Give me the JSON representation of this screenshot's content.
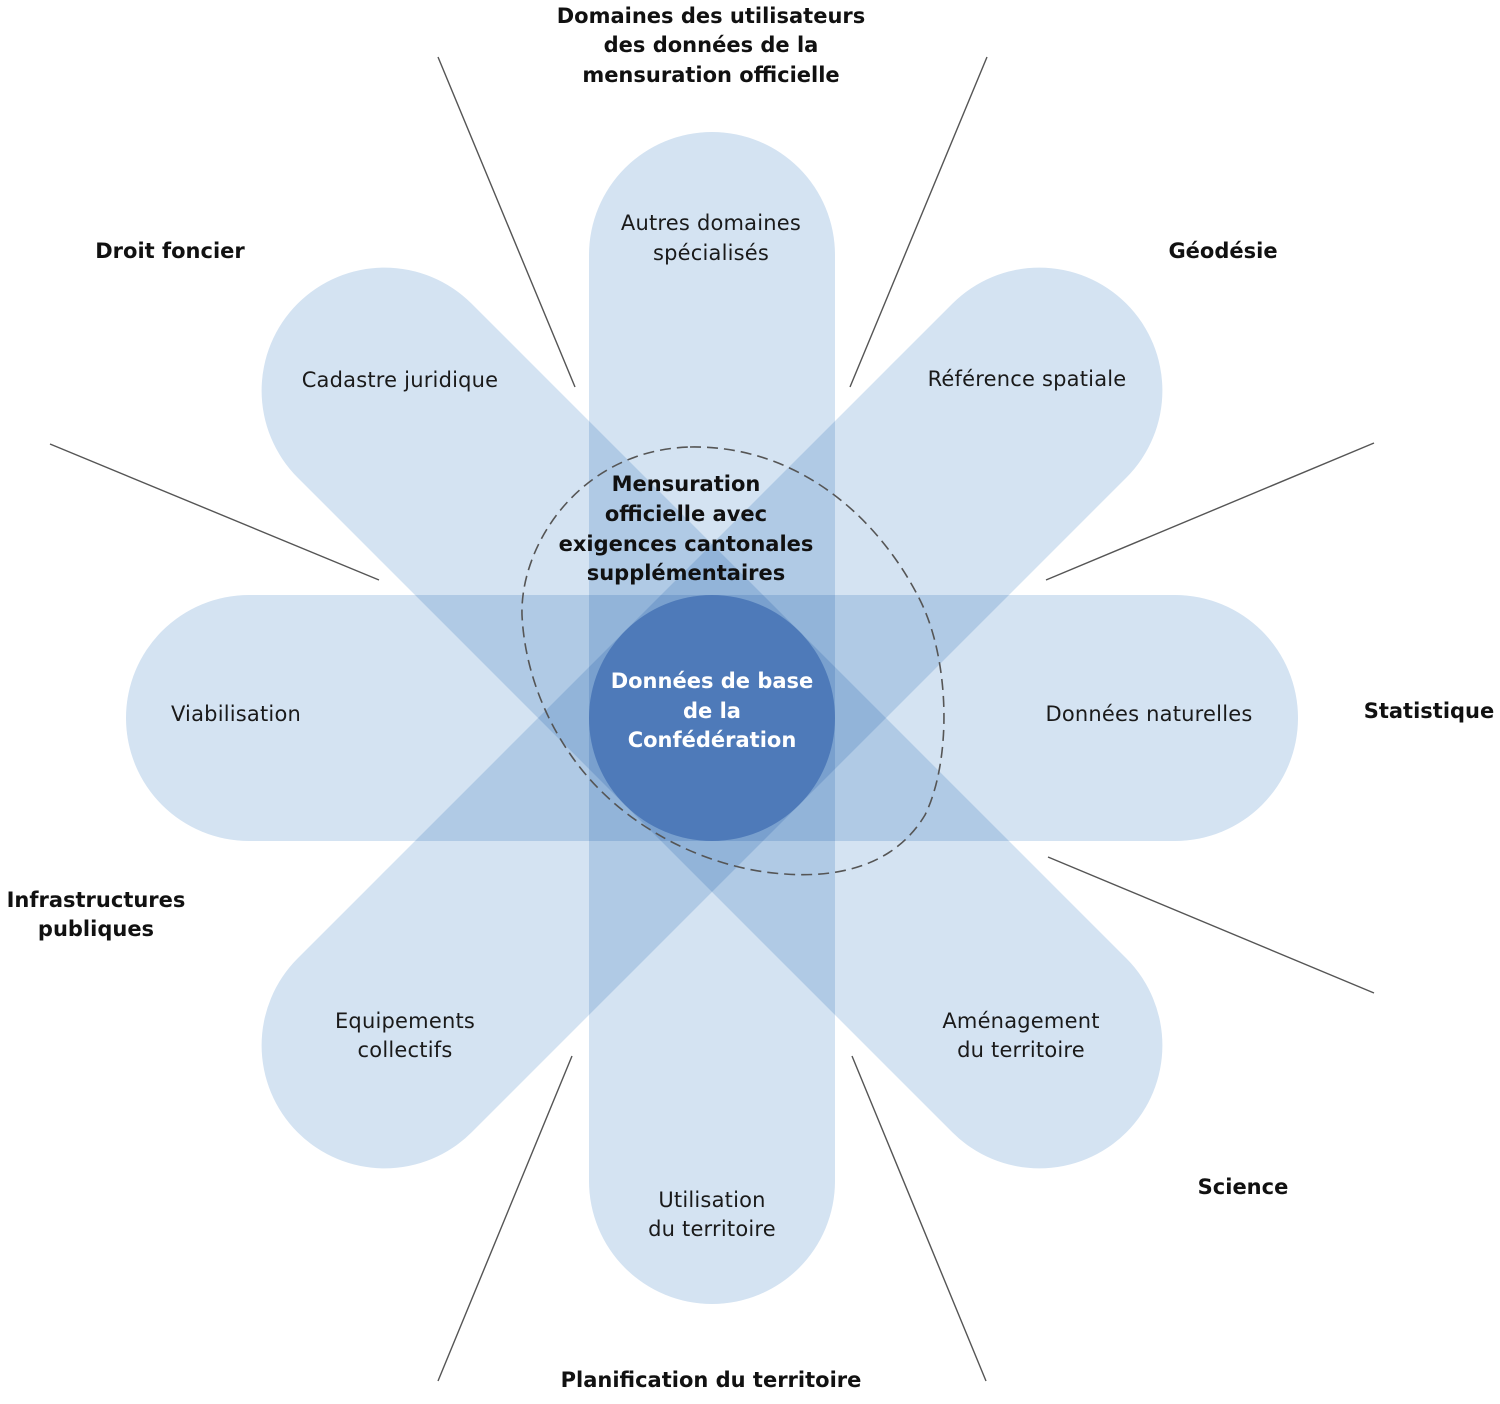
{
  "title": "Domaines des utilisateurs des données de la mensuration officielle",
  "colors": {
    "petal": "#d4e3f2",
    "core": "#4e7ab9",
    "core_text": "#ffffff",
    "divider": "#555555",
    "text": "#111111"
  },
  "header": {
    "lines": [
      "Domaines des utilisateurs",
      "des données de la",
      "mensuration officielle"
    ]
  },
  "core": {
    "lines": [
      "Données de base",
      "de la",
      "Confédération"
    ]
  },
  "mo_region": {
    "lines": [
      "Mensuration",
      "officielle avec",
      "exigences cantonales",
      "supplémentaires"
    ]
  },
  "petals": [
    {
      "id": "north",
      "lines": [
        "Autres domaines",
        "spécialisés"
      ]
    },
    {
      "id": "northwest",
      "lines": [
        "Cadastre juridique"
      ]
    },
    {
      "id": "northeast",
      "lines": [
        "Référence spatiale"
      ]
    },
    {
      "id": "west",
      "lines": [
        "Viabilisation"
      ]
    },
    {
      "id": "east",
      "lines": [
        "Données naturelles"
      ]
    },
    {
      "id": "southwest",
      "lines": [
        "Equipements",
        "collectifs"
      ]
    },
    {
      "id": "southeast",
      "lines": [
        "Aménagement",
        "du territoire"
      ]
    },
    {
      "id": "south",
      "lines": [
        "Utilisation",
        "du territoire"
      ]
    }
  ],
  "domains": [
    {
      "id": "droit-foncier",
      "lines": [
        "Droit foncier"
      ]
    },
    {
      "id": "geodesie",
      "lines": [
        "Géodésie"
      ]
    },
    {
      "id": "statistique",
      "lines": [
        "Statistique"
      ]
    },
    {
      "id": "infrastructures",
      "lines": [
        "Infrastructures",
        "publiques"
      ]
    },
    {
      "id": "science",
      "lines": [
        "Science"
      ]
    },
    {
      "id": "planification",
      "lines": [
        "Planification du territoire"
      ]
    }
  ]
}
